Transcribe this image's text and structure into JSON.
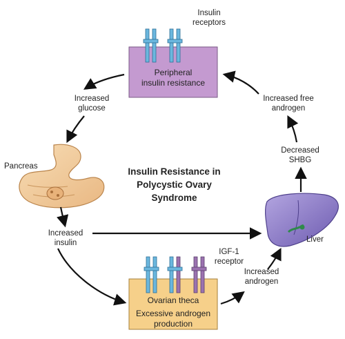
{
  "title": {
    "line1": "Insulin Resistance in",
    "line2": "Polycystic  Ovary",
    "line3": "Syndrome"
  },
  "boxes": {
    "peripheral": {
      "line1": "Peripheral",
      "line2": "insulin resistance",
      "color": "#c49ad0"
    },
    "ovarian": {
      "line1": "Ovarian theca",
      "line2": "Excessive androgen",
      "line3": "production",
      "color": "#f6d08a"
    }
  },
  "labels": {
    "insulin_receptors": {
      "line1": "Insulin",
      "line2": "receptors"
    },
    "igf1_receptor": {
      "line1": "IGF-1",
      "line2": "receptor"
    },
    "increased_glucose": {
      "line1": "Increased",
      "line2": "glucose"
    },
    "increased_free_androgen": {
      "line1": "Increased free",
      "line2": "androgen"
    },
    "decreased_shbg": {
      "line1": "Decreased",
      "line2": "SHBG"
    },
    "pancreas": "Pancreas",
    "increased_insulin": {
      "line1": "Increased",
      "line2": "insulin"
    },
    "increased_androgen": {
      "line1": "Increased",
      "line2": "androgen"
    },
    "liver": "Liver"
  },
  "colors": {
    "insulin_receptor": "#6bb7de",
    "igf1_receptor": "#9b72b0",
    "liver": "#8a78c4",
    "pancreas": "#f2cfa0",
    "arrow": "#111111"
  },
  "icons": [
    "insulin-receptor-icon",
    "igf1-receptor-icon",
    "pancreas-icon",
    "liver-icon"
  ]
}
